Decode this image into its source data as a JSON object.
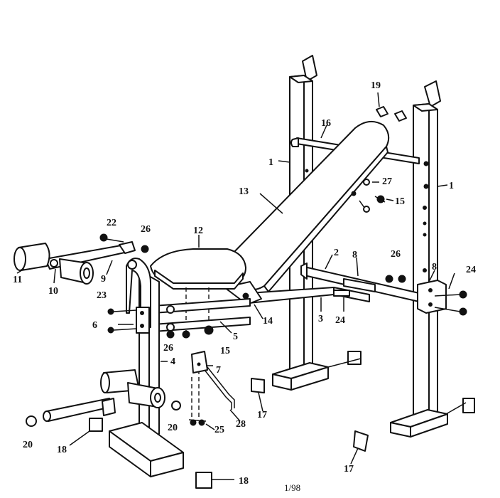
{
  "diagram": {
    "labels": {
      "l1a": "1",
      "l1b": "1",
      "l2": "2",
      "l3": "3",
      "l4": "4",
      "l5": "5",
      "l6": "6",
      "l7": "7",
      "l8a": "8",
      "l8b": "8",
      "l9": "9",
      "l10": "10",
      "l11": "11",
      "l12": "12",
      "l13": "13",
      "l14": "14",
      "l15a": "15",
      "l15b": "15",
      "l16": "16",
      "l17a": "17",
      "l17b": "17",
      "l18a": "18",
      "l18b": "18",
      "l19": "19",
      "l20a": "20",
      "l20b": "20",
      "l22": "22",
      "l23": "23",
      "l24a": "24",
      "l24b": "24",
      "l25": "25",
      "l26a": "26",
      "l26b": "26",
      "l26c": "26",
      "l27": "27",
      "l28": "28"
    },
    "footer": "1/98"
  }
}
